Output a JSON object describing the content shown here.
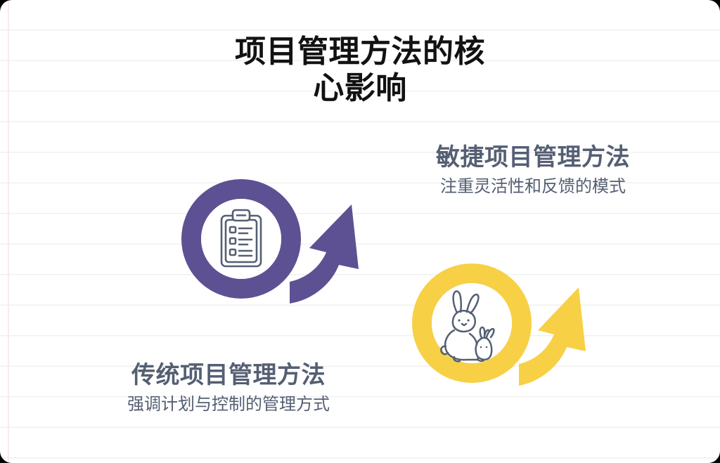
{
  "page": {
    "background_color": "#ffffff",
    "outer_color": "#000000",
    "rule_line_color": "#f1f0ef",
    "margin_line_color": "#fbe9e9"
  },
  "title": {
    "line1": "项目管理方法的核",
    "line2": "心影响",
    "full_text": "项目管理方法的核心影响",
    "color": "#121212"
  },
  "items": [
    {
      "id": "traditional",
      "heading": "传统项目管理方法",
      "subtitle": "强调计划与控制的管理方式",
      "accent_color": "#5d5193",
      "icon_name": "clipboard-checklist-icon",
      "arrow_name": "growth-arrow-icon",
      "text_color": "#555f73"
    },
    {
      "id": "agile",
      "heading": "敏捷项目管理方法",
      "subtitle": "注重灵活性和反馈的模式",
      "accent_color": "#f7d046",
      "icon_name": "rabbit-icon",
      "arrow_name": "growth-arrow-icon",
      "text_color": "#555f73"
    }
  ],
  "icon_stroke_color": "#555f73"
}
